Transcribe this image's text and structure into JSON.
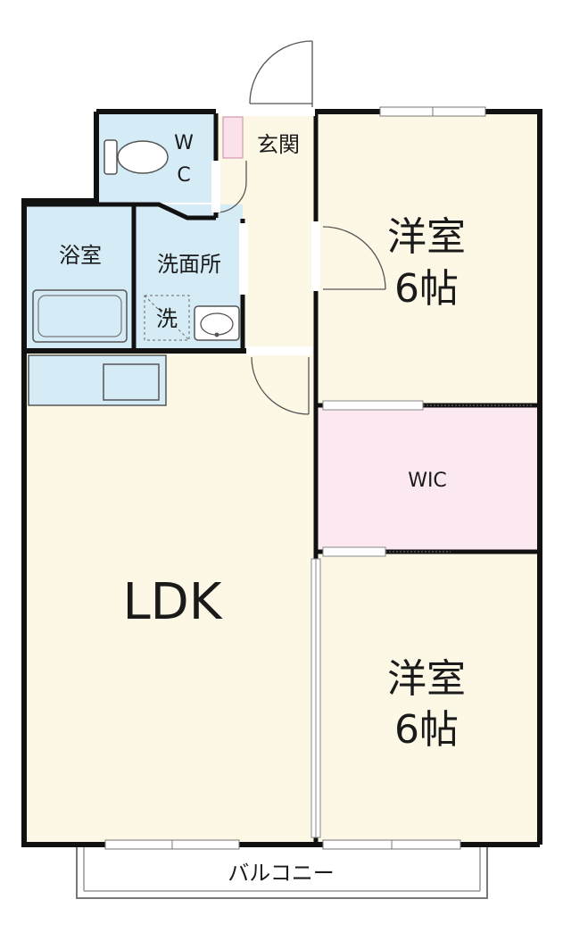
{
  "colors": {
    "room_fill": "#fdf8e6",
    "wet_fill": "#d5ecf7",
    "wic_fill": "#fbe8f1",
    "entrance_mat": "#fbe1ea",
    "wall": "#111111",
    "balcony_line": "#666666"
  },
  "rooms": {
    "wc": "W\nC",
    "wc_line1": "W",
    "wc_line2": "C",
    "entrance": "玄関",
    "bath": "浴室",
    "washroom": "洗面所",
    "washer": "洗",
    "bedroom1_line1": "洋室",
    "bedroom1_line2": "6帖",
    "wic": "WIC",
    "ldk": "LDK",
    "bedroom2_line1": "洋室",
    "bedroom2_line2": "6帖",
    "balcony": "バルコニー"
  }
}
